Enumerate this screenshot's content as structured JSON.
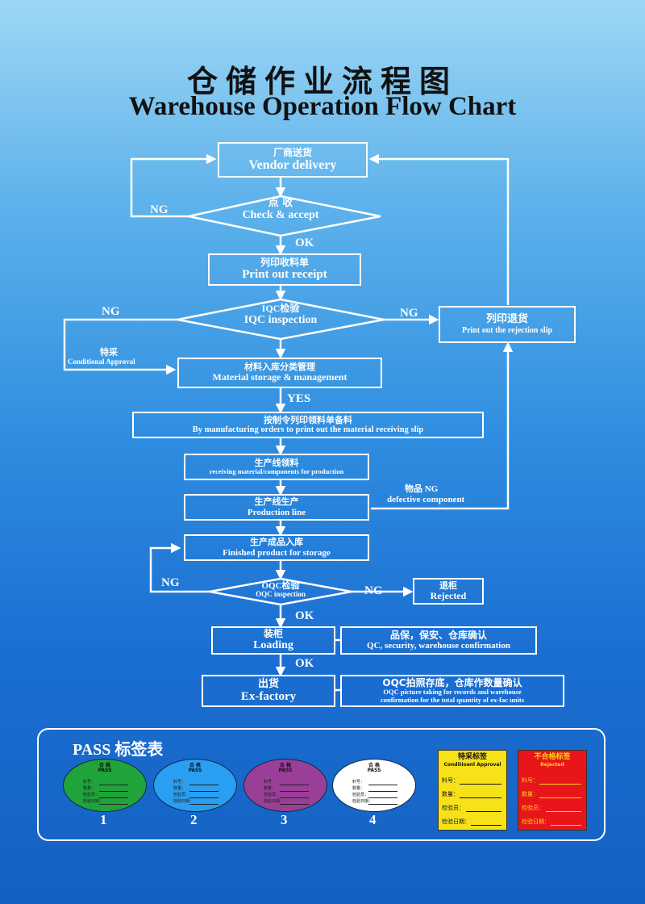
{
  "title_cn": "仓储作业流程图",
  "title_en": "Warehouse Operation Flow Chart",
  "steps": {
    "vendor": {
      "cn": "厂商送货",
      "en": "Vendor delivery"
    },
    "check": {
      "cn": "点 收",
      "en": "Check & accept"
    },
    "receipt": {
      "cn": "列印收料单",
      "en": "Print out receipt"
    },
    "iqc": {
      "cn": "IQC检验",
      "en": "IQC inspection"
    },
    "rejection": {
      "cn": "列印退货",
      "en": "Print out the rejection slip"
    },
    "storage": {
      "cn": "材料入库分类管理",
      "en": "Material storage & management"
    },
    "slip": {
      "cn": "按制令列印领料单备料",
      "en": "By manufacturing orders to print out the material receiving slip"
    },
    "receiving": {
      "cn": "生产线领料",
      "en": "receiving material/components for production"
    },
    "production": {
      "cn": "生产线生产",
      "en": "Production line"
    },
    "finished": {
      "cn": "生产成品入库",
      "en": "Finished product for storage"
    },
    "oqc": {
      "cn": "OQC检验",
      "en": "OQC inspection"
    },
    "rejected": {
      "cn": "退柜",
      "en": "Rejected"
    },
    "loading": {
      "cn": "装柜",
      "en": "Loading"
    },
    "loading_note": {
      "cn": "品保，保安、仓库确认",
      "en": "QC, security, warehouse confirmation"
    },
    "exfactory": {
      "cn": "出货",
      "en": "Ex-factory"
    },
    "exfactory_note": {
      "cn": "OQC拍照存底，仓库作数量确认",
      "en1": "OQC picture taking for records and warehouse",
      "en2": "confirmation for the total quantity of ex-fac units"
    }
  },
  "labels": {
    "ng": "NG",
    "ok": "OK",
    "yes": "YES",
    "conditional_cn": "特采",
    "conditional_en": "Conditional Approval",
    "defective_cn": "物品 NG",
    "defective_en": "defective component"
  },
  "pass": {
    "title": "PASS 标签表",
    "oval_title": "合 格",
    "oval_sub": "PASS",
    "oval_rows": [
      "料号：",
      "数量：",
      "检验员：",
      "检验日期："
    ],
    "ovals": [
      {
        "num": "1",
        "color": "#1fa33a"
      },
      {
        "num": "2",
        "color": "#2a9ef0"
      },
      {
        "num": "3",
        "color": "#9a3f97"
      },
      {
        "num": "4",
        "color": "#ffffff"
      }
    ],
    "yellow": {
      "title_cn": "特采标签",
      "title_en": "Conditioanl Approval",
      "rows": [
        "料号：",
        "数量：",
        "检验员：",
        "检验日期："
      ],
      "color": "#f7e21a"
    },
    "red": {
      "title_cn": "不合格标签",
      "title_en": "Rejected",
      "rows": [
        "料号：",
        "数量：",
        "检验员：",
        "检验日期："
      ],
      "color": "#e8151a"
    }
  }
}
